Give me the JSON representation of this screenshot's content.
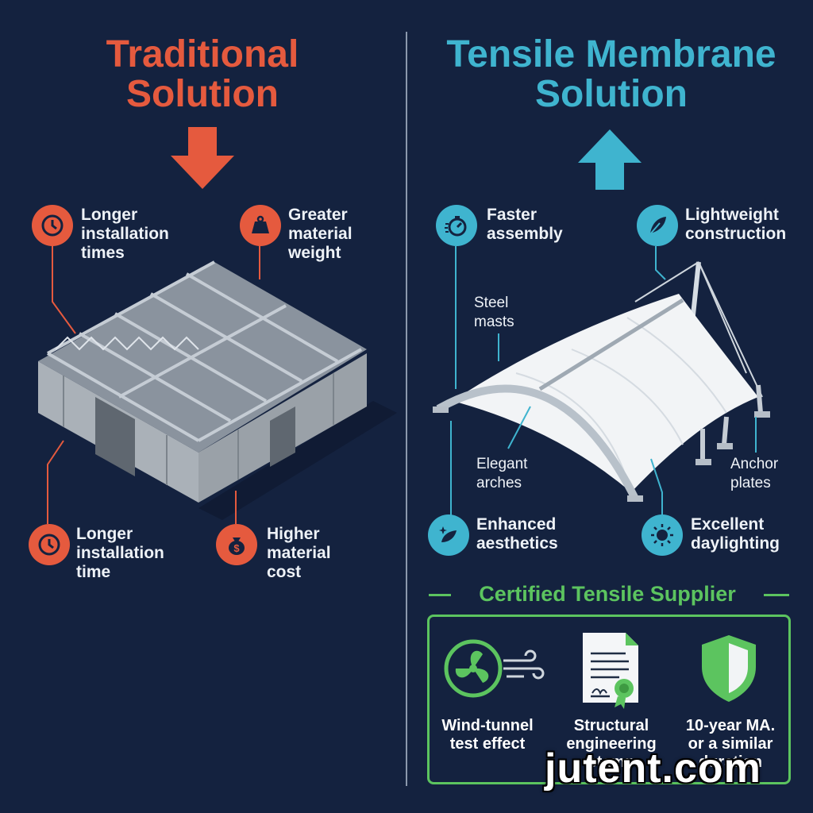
{
  "colors": {
    "background": "#14223f",
    "traditional_accent": "#e55a3e",
    "tensile_accent": "#3fb4cf",
    "certified_accent": "#5cc45f"
  },
  "traditional": {
    "title": "Traditional\nSolution",
    "arrow_icon": "arrow-down-icon",
    "callouts": [
      {
        "icon": "clock-icon",
        "label": "Longer\ninstallation\ntimes"
      },
      {
        "icon": "weight-icon",
        "label": "Greater\nmaterial\nweight"
      },
      {
        "icon": "clock-icon",
        "label": "Longer\ninstallation\ntime"
      },
      {
        "icon": "money-bag-icon",
        "label": "Higher\nmaterial\ncost"
      }
    ]
  },
  "tensile": {
    "title": "Tensile Membrane\nSolution",
    "arrow_icon": "arrow-up-icon",
    "callouts": [
      {
        "icon": "stopwatch-icon",
        "label": "Faster\nassembly"
      },
      {
        "icon": "feather-icon",
        "label": "Lightweight\nconstruction"
      },
      {
        "icon": "sparkle-leaf-icon",
        "label": "Enhanced\naesthetics"
      },
      {
        "icon": "sun-icon",
        "label": "Excellent\ndaylighting"
      }
    ],
    "annotations": {
      "steel_masts": "Steel\nmasts",
      "elegant_arches": "Elegant\narches",
      "anchor_plates": "Anchor\nplates"
    }
  },
  "certified": {
    "title": "Certified Tensile Supplier",
    "items": [
      {
        "icon": "fan-wind-icon",
        "label": "Wind-tunnel\ntest effect"
      },
      {
        "icon": "certificate-icon",
        "label": "Structural\nengineering\nstamp"
      },
      {
        "icon": "shield-icon",
        "label": "10-year MA.\nor a similar\nduration"
      }
    ]
  },
  "watermark": "jutent.com"
}
